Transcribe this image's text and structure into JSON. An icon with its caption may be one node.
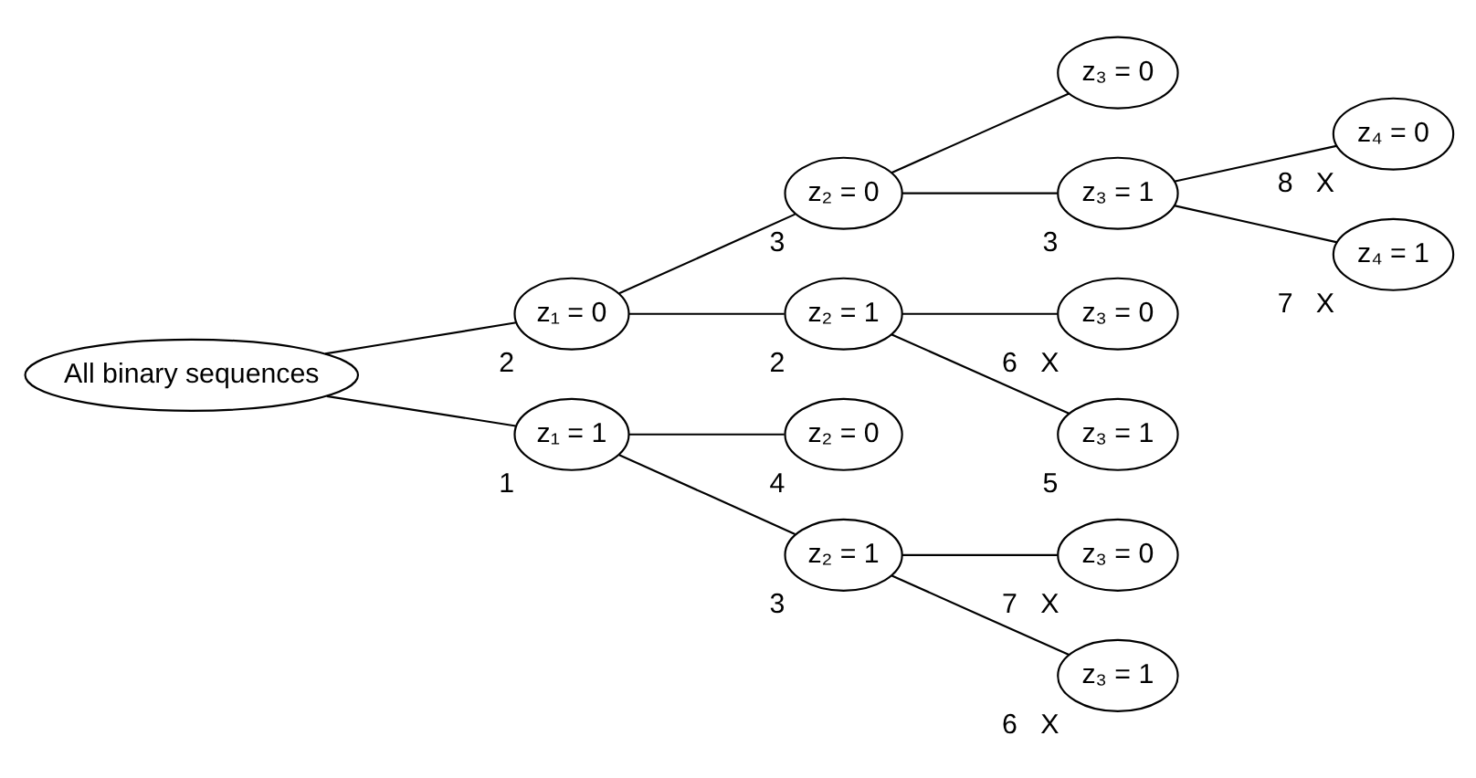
{
  "diagram": {
    "nodes": [
      {
        "text": [
          "All binary sequences"
        ]
      },
      {
        "text": [
          "z₁ = 0"
        ],
        "beside": [
          "2"
        ]
      },
      {
        "text": [
          "z₁ = 1"
        ],
        "beside": [
          "1"
        ]
      },
      {
        "text": [
          "z₂ = 0"
        ],
        "beside": [
          "3"
        ]
      },
      {
        "text": [
          "z₂ = 1"
        ],
        "beside": [
          "2"
        ]
      },
      {
        "text": [
          "z₂ = 0"
        ],
        "beside": [
          "4"
        ]
      },
      {
        "text": [
          "z₂ = 1"
        ],
        "beside": [
          "3"
        ]
      },
      {
        "text": [
          "z₃ = 0"
        ]
      },
      {
        "text": [
          "z₃ = 1"
        ],
        "beside": [
          "3"
        ]
      },
      {
        "text": [
          "z₃ = 0"
        ],
        "beside": [
          "6",
          "X"
        ]
      },
      {
        "text": [
          "z₃ = 1"
        ],
        "beside": [
          "5"
        ]
      },
      {
        "text": [
          "z₃ = 0"
        ],
        "beside": [
          "7",
          "X"
        ]
      },
      {
        "text": [
          "z₃ = 1"
        ],
        "beside": [
          "6",
          "X"
        ]
      },
      {
        "text": [
          "z₄ = 0"
        ],
        "beside": [
          "8",
          "X"
        ]
      },
      {
        "text": [
          "z₄ = 1"
        ],
        "beside": [
          "7",
          "X"
        ]
      }
    ],
    "edges": [
      {
        "from": 0,
        "to": 1,
        "arrow": "none"
      },
      {
        "from": 0,
        "to": 2,
        "arrow": "none"
      },
      {
        "from": 1,
        "to": 3,
        "arrow": "none"
      },
      {
        "from": 1,
        "to": 4,
        "arrow": "none"
      },
      {
        "from": 2,
        "to": 5,
        "arrow": "none"
      },
      {
        "from": 2,
        "to": 6,
        "arrow": "none"
      },
      {
        "from": 3,
        "to": 7,
        "arrow": "none"
      },
      {
        "from": 3,
        "to": 8,
        "arrow": "none"
      },
      {
        "from": 4,
        "to": 9,
        "arrow": "none"
      },
      {
        "from": 4,
        "to": 10,
        "arrow": "none"
      },
      {
        "from": 6,
        "to": 11,
        "arrow": "none"
      },
      {
        "from": 6,
        "to": 12,
        "arrow": "none"
      },
      {
        "from": 8,
        "to": 13,
        "arrow": "none"
      },
      {
        "from": 8,
        "to": 14,
        "arrow": "none"
      }
    ]
  }
}
